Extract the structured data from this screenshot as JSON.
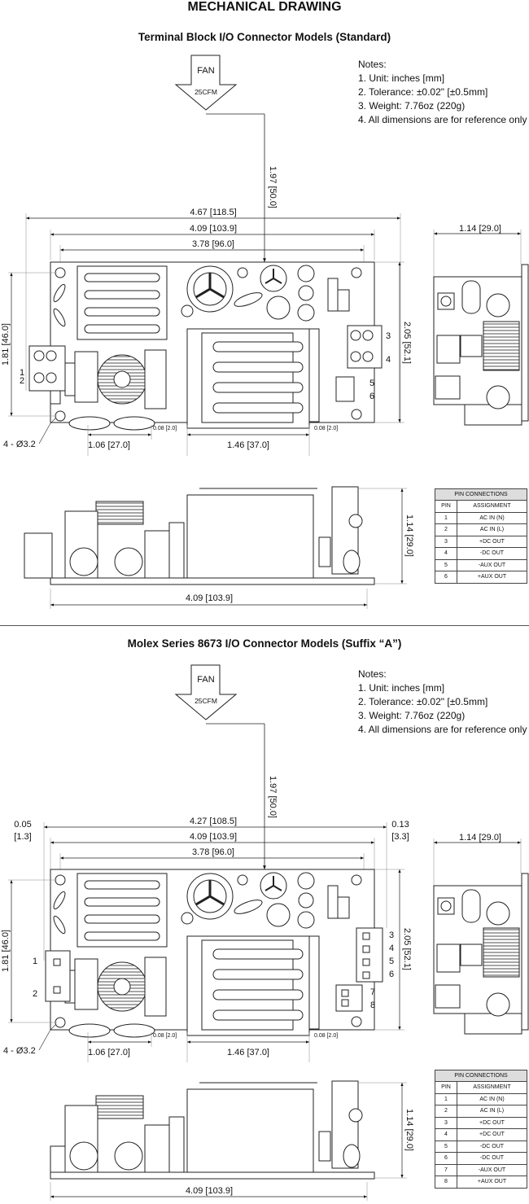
{
  "title": "MECHANICAL DRAWING",
  "sections": [
    {
      "title": "Terminal Block I/O Connector  Models (Standard)",
      "notes": [
        "Notes:",
        "1. Unit: inches [mm]",
        "2. Tolerance: ±0.02\" [±0.5mm]",
        "3. Weight: 7.76oz (220g)",
        "4. All dimensions are for reference only"
      ],
      "fan": {
        "label": "FAN",
        "cfm": "25CFM"
      },
      "dims": {
        "fan_height": "1.97 [50.0]",
        "overall_width": "4.67 [118.5]",
        "hole_width": "4.09 [103.9]",
        "inner_width": "3.78 [96.0]",
        "height_left": "1.81 [46.0]",
        "height_right": "2.05 [52.1]",
        "holes": "4 - Ø3.2",
        "bottom_left": "1.06 [27.0]",
        "bottom_mid": "1.46 [37.0]",
        "small_a": "0.08 [2.0]",
        "small_b": "0.08 [2.0]",
        "side_width": "1.14 [29.0]",
        "profile_height": "1.14 [29.0]",
        "profile_width": "4.09 [103.9]"
      },
      "pin_labels_left": [
        "1",
        "2"
      ],
      "pin_labels_right": [
        "3",
        "4",
        "5",
        "6"
      ],
      "table": {
        "caption": "PIN CONNECTIONS",
        "headers": [
          "PIN",
          "ASSIGNMENT"
        ],
        "rows": [
          [
            "1",
            "AC IN (N)"
          ],
          [
            "2",
            "AC IN (L)"
          ],
          [
            "3",
            "+DC OUT"
          ],
          [
            "4",
            "-DC OUT"
          ],
          [
            "5",
            "-AUX OUT"
          ],
          [
            "6",
            "+AUX OUT"
          ]
        ]
      }
    },
    {
      "title": "Molex Series 8673 I/O Connector Models (Suffix “A”)",
      "notes": [
        "Notes:",
        "1. Unit: inches [mm]",
        "2. Tolerance: ±0.02\" [±0.5mm]",
        "3. Weight: 7.76oz (220g)",
        "4. All dimensions are for reference only"
      ],
      "fan": {
        "label": "FAN",
        "cfm": "25CFM"
      },
      "dims": {
        "fan_height": "1.97 [50.0]",
        "overall_width": "4.27 [108.5]",
        "left_offset_a": "0.05",
        "left_offset_b": "[1.3]",
        "right_offset_a": "0.13",
        "right_offset_b": "[3.3]",
        "hole_width": "4.09 [103.9]",
        "inner_width": "3.78 [96.0]",
        "height_left": "1.81 [46.0]",
        "height_right": "2.05 [52.1]",
        "holes": "4 - Ø3.2",
        "bottom_left": "1.06 [27.0]",
        "bottom_mid": "1.46 [37.0]",
        "small_a": "0.08 [2.0]",
        "small_b": "0.08 [2.0]",
        "side_width": "1.14 [29.0]",
        "profile_height": "1.14 [29.0]",
        "profile_width": "4.09 [103.9]"
      },
      "pin_labels_left": [
        "1",
        "2"
      ],
      "pin_labels_right": [
        "3",
        "4",
        "5",
        "6",
        "7",
        "8"
      ],
      "table": {
        "caption": "PIN CONNECTIONS",
        "headers": [
          "PIN",
          "ASSIGNMENT"
        ],
        "rows": [
          [
            "1",
            "AC IN (N)"
          ],
          [
            "2",
            "AC IN (L)"
          ],
          [
            "3",
            "+DC OUT"
          ],
          [
            "4",
            "+DC OUT"
          ],
          [
            "5",
            "-DC OUT"
          ],
          [
            "6",
            "-DC OUT"
          ],
          [
            "7",
            "-AUX OUT"
          ],
          [
            "8",
            "+AUX OUT"
          ]
        ]
      }
    }
  ]
}
